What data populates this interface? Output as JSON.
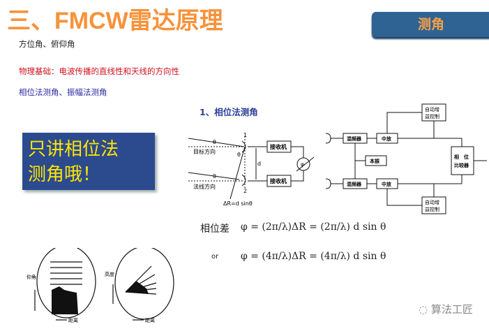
{
  "title": "三、FMCW雷达原理",
  "badge": "测角",
  "lines": {
    "angles": "方位角、俯仰角",
    "physics": "物理基础：电波传播的直线性和天线的方向性",
    "methods": "相位法测角、振幅法测角"
  },
  "note": {
    "line1": "只讲相位法",
    "line2": "测角哦！"
  },
  "section_title": "1、相位法测角",
  "diagram_left": {
    "target_dir": "目标方向",
    "normal_dir": "法线方向",
    "receiver1": "接收机",
    "receiver2": "接收机",
    "theta": "θ",
    "d": "d",
    "ant1": "1",
    "ant2": "2",
    "delta_r": "ΔR=d sinθ",
    "phi": "φ"
  },
  "diagram_right": {
    "mixer1": "混频器",
    "mixer2": "混频器",
    "if1": "中放",
    "if2": "中放",
    "lo": "本振",
    "agc1a": "自动增",
    "agc1b": "益控制",
    "agc2a": "自动增",
    "agc2b": "益控制",
    "comp1": "相　位",
    "comp2": "比较器"
  },
  "formula": {
    "label": "相位差",
    "f1": "φ = (2π/λ)ΔR = (2π/λ) d sin θ",
    "or": "or",
    "f2": "φ = (4π/λ)ΔR = (4π/λ) d sin θ"
  },
  "scopes": {
    "elev": "仰角",
    "dist1": "距离",
    "height": "高度",
    "dist2": "距离"
  },
  "watermark": "算法工匠"
}
